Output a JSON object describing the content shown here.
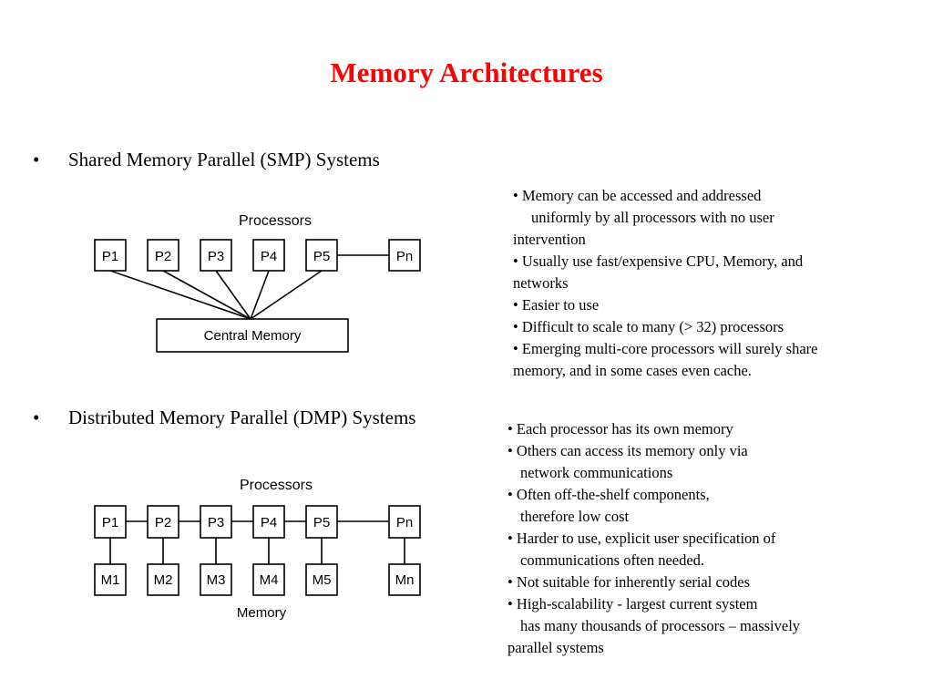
{
  "title": "Memory Architectures",
  "smp": {
    "heading": "Shared Memory Parallel (SMP) Systems",
    "diagram": {
      "processors_label": "Processors",
      "nodes": [
        "P1",
        "P2",
        "P3",
        "P4",
        "P5",
        "Pn"
      ],
      "memory_label": "Central Memory"
    },
    "notes": [
      "•  Memory can be accessed and addressed",
      "uniformly by all processors with no user",
      "intervention",
      "•  Usually use fast/expensive CPU, Memory, and",
      "networks",
      "•  Easier to use",
      "•  Difficult to scale to many (> 32) processors",
      "• Emerging multi-core processors will surely share",
      "memory, and in some cases even cache."
    ]
  },
  "dmp": {
    "heading": "Distributed Memory Parallel (DMP) Systems",
    "diagram": {
      "processors_label": "Processors",
      "nodes": [
        "P1",
        "P2",
        "P3",
        "P4",
        "P5",
        "Pn"
      ],
      "memories": [
        "M1",
        "M2",
        "M3",
        "M4",
        "M5",
        "Mn"
      ],
      "memory_label": "Memory"
    },
    "notes": [
      "• Each processor has its own memory",
      "• Others can access its memory only via",
      "network communications",
      "• Often off-the-shelf components,",
      "therefore low cost",
      "• Harder to use, explicit user specification of",
      "communications often needed.",
      "•  Not suitable for inherently serial codes",
      "•  High-scalability - largest current system",
      "has many thousands of processors – massively",
      "parallel systems"
    ]
  }
}
